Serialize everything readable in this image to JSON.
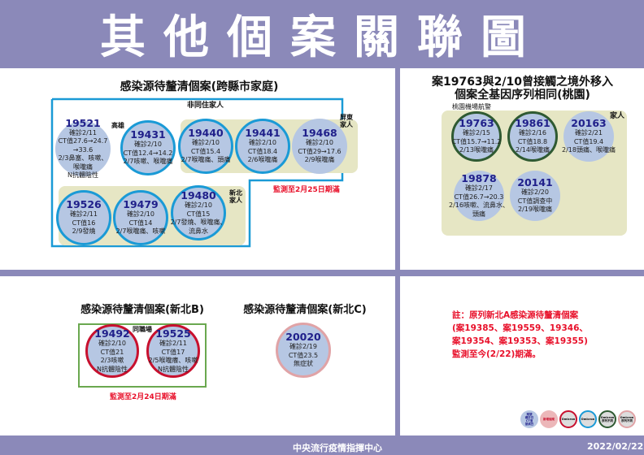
{
  "title": "其他個案關聯圖",
  "footer": {
    "org": "中央流行疫情指揮中心",
    "date": "2022/02/22"
  },
  "colors": {
    "background": "#8b89b9",
    "circle_fill": "#b6c7e3",
    "band": "#e6e6c4",
    "blue_ring": "#1a9ad6",
    "green_ring": "#2f5a32",
    "red_ring": "#c8102e",
    "alert": "#e8102a"
  },
  "panel_a": {
    "title": "感染源待釐清個案(跨縣市家庭)",
    "group_label": "非同住家人",
    "kaohsiung": "高雄",
    "pingtung": "屏東\n家人",
    "newtaipei": "新北\n家人",
    "monitor": "監測至2月25日期滿",
    "cases": [
      {
        "id": "19521",
        "lines": [
          "確診2/11",
          "CT值27.6→24.7",
          "→33.6",
          "2/3鼻塞、咳嗽、",
          "喉嚨痛",
          "N抗體陰性"
        ]
      },
      {
        "id": "19431",
        "lines": [
          "確診2/10",
          "CT值12.4→14.2",
          "2/7咳嗽、喉嚨痛"
        ]
      },
      {
        "id": "19440",
        "lines": [
          "確診2/10",
          "CT值15.4",
          "2/7喉嚨痛、頭痛"
        ]
      },
      {
        "id": "19441",
        "lines": [
          "確診2/10",
          "CT值18.4",
          "2/6喉嚨痛"
        ]
      },
      {
        "id": "19468",
        "lines": [
          "確診2/10",
          "CT值29→17.6",
          "2/9喉嚨痛"
        ]
      },
      {
        "id": "19526",
        "lines": [
          "確診2/11",
          "CT值16",
          "2/9發燒"
        ]
      },
      {
        "id": "19479",
        "lines": [
          "確診2/10",
          "CT值14",
          "2/7喉嚨痛、咳嗽"
        ]
      },
      {
        "id": "19480",
        "lines": [
          "確診2/10",
          "CT值15",
          "2/7發燒、喉嚨痛、",
          "流鼻水"
        ]
      }
    ]
  },
  "panel_b": {
    "title_line1": "案19763與2/10曾接觸之境外移入",
    "title_line2": "個案全基因序列相同(桃園)",
    "airport": "桃園機場航警",
    "family": "家人",
    "cases": [
      {
        "id": "19763",
        "lines": [
          "確診2/15",
          "CT值15.7→11.2",
          "2/13喉嚨痛"
        ]
      },
      {
        "id": "19861",
        "lines": [
          "確診2/16",
          "CT值18.8",
          "2/14喉嚨痛"
        ]
      },
      {
        "id": "20163",
        "lines": [
          "確診2/21",
          "CT值19.4",
          "2/18頭痛、喉嚨痛"
        ]
      },
      {
        "id": "19878",
        "lines": [
          "確診2/17",
          "CT值26.7→20.3",
          "2/16咳嗽、流鼻水、",
          "頭痛"
        ]
      },
      {
        "id": "20141",
        "lines": [
          "確診2/20",
          "CT值調查中",
          "2/19喉嚨痛"
        ]
      }
    ]
  },
  "panel_c": {
    "title": "感染源待釐清個案(新北B)",
    "workplace": "同職場",
    "monitor": "監測至2月24日期滿",
    "cases": [
      {
        "id": "19492",
        "lines": [
          "確診2/10",
          "CT值21",
          "2/3咳嗽",
          "N抗體陰性"
        ]
      },
      {
        "id": "19525",
        "lines": [
          "確診2/11",
          "CT值17",
          "2/5喉嚨癢、咳嗽",
          "N抗體陰性"
        ]
      }
    ]
  },
  "panel_d": {
    "title": "感染源待釐清個案(新北C)",
    "cases": [
      {
        "id": "20020",
        "lines": [
          "確診2/19",
          "CT值23.5",
          "無症狀"
        ]
      }
    ]
  },
  "note": {
    "lines": [
      "註：原列新北A感染源待釐清個案",
      "(案19385、案19559、19346、",
      "案19354、案19353、案19355)",
      "監測至今(2/22)期滿。"
    ]
  },
  "legend": [
    {
      "label": "案號\n確診日\nCT值\n發病日"
    },
    {
      "label": "新增個案"
    },
    {
      "label": "Omicron"
    },
    {
      "label": "Omicron"
    },
    {
      "label": "Omicron\n序列不同"
    },
    {
      "label": "Omicron\n序列不同"
    }
  ]
}
